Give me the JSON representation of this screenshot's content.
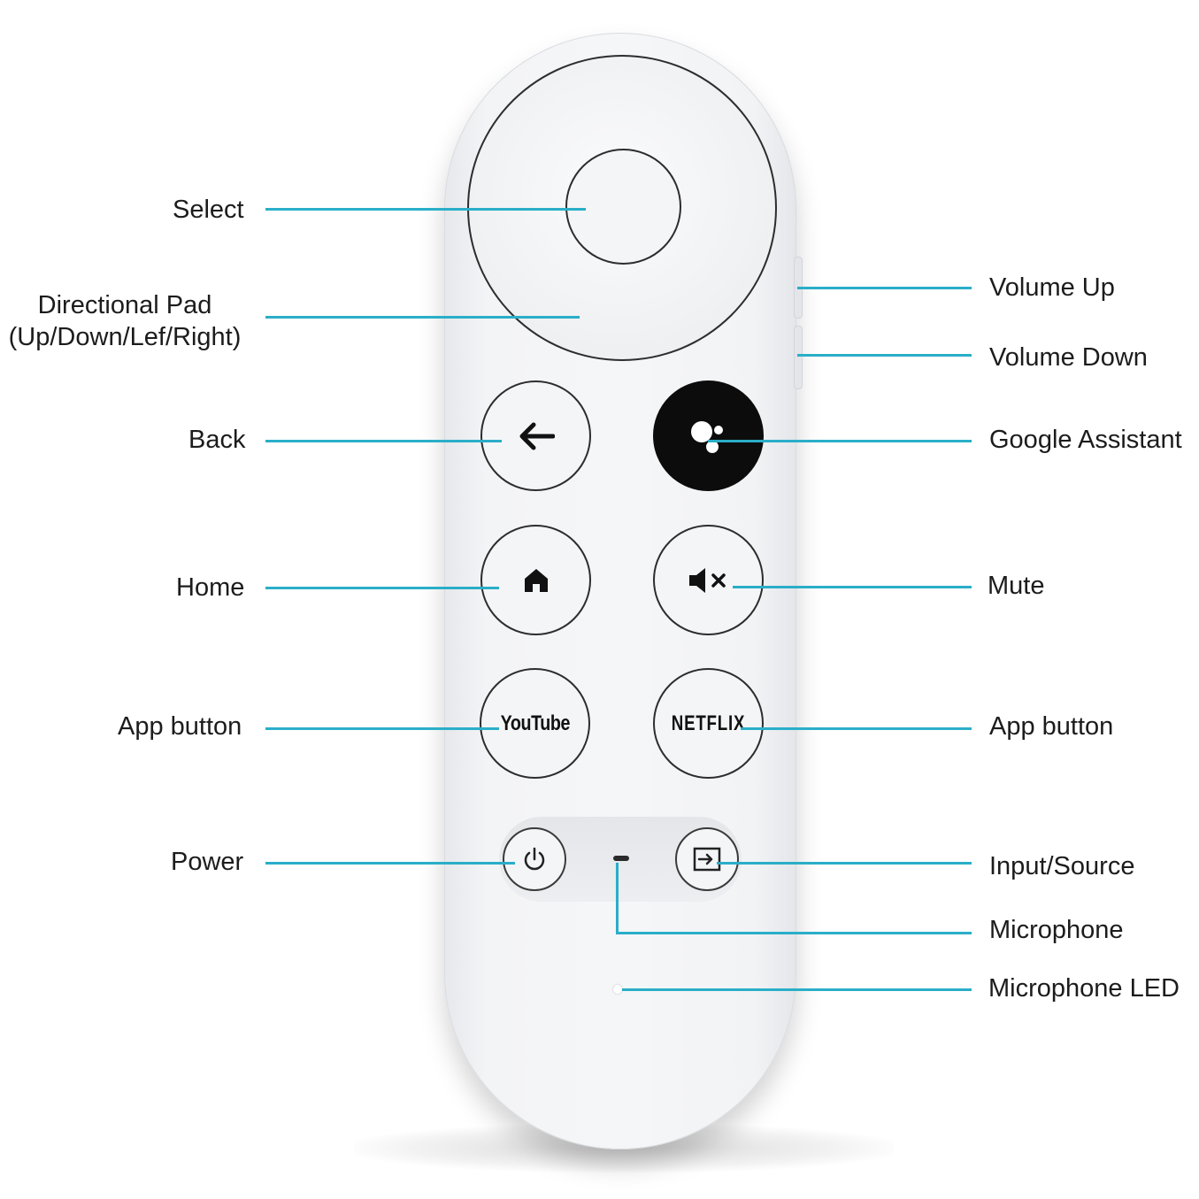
{
  "remote": {
    "youtube_logo": "YouTube",
    "netflix_logo": "NETFLIX"
  },
  "callouts": {
    "select": "Select",
    "dpad_line1": "Directional Pad",
    "dpad_line2": "(Up/Down/Lef/Right)",
    "back": "Back",
    "home": "Home",
    "app_left": "App button",
    "power": "Power",
    "volume_up": "Volume Up",
    "volume_down": "Volume Down",
    "google_assistant": "Google Assistant",
    "mute": "Mute",
    "app_right": "App button",
    "input_source": "Input/Source",
    "microphone": "Microphone",
    "microphone_led": "Microphone LED"
  },
  "colors": {
    "callout_line": "#2aaec8",
    "remote_body": "#f5f6f8",
    "assistant_button": "#0c0c0c"
  },
  "icons": {
    "back": "arrow-left-icon",
    "assistant": "google-assistant-icon",
    "home": "home-icon",
    "mute": "mute-icon",
    "power": "power-icon",
    "input": "input-source-icon"
  }
}
